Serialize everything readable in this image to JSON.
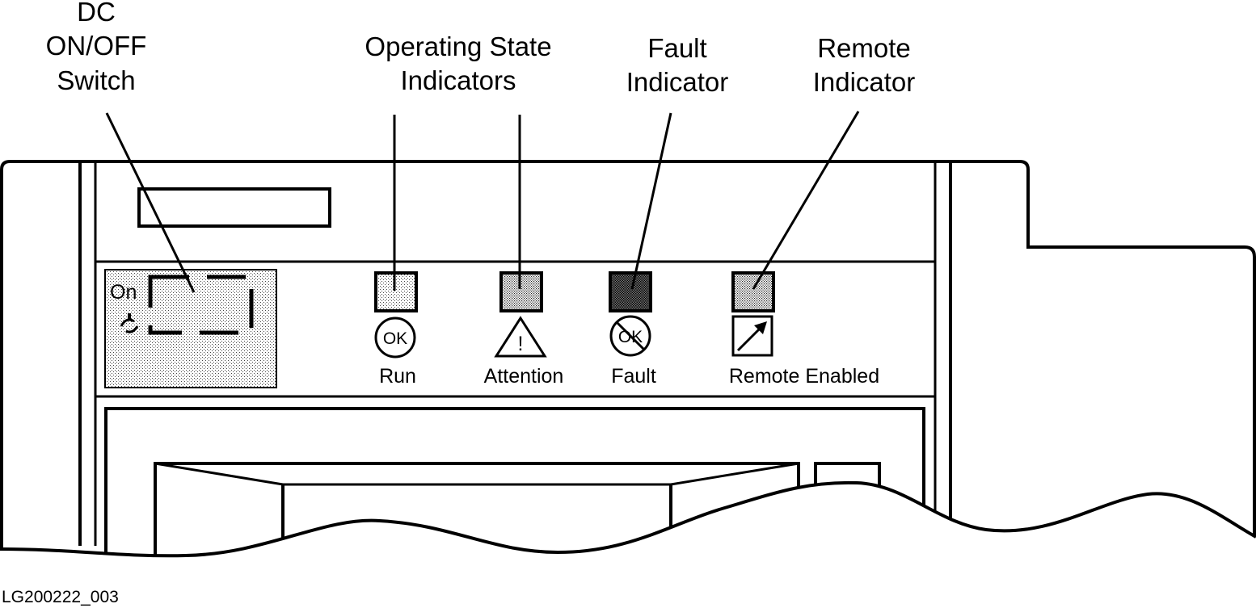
{
  "callouts": {
    "dc_switch": [
      "DC",
      "ON/OFF",
      "Switch"
    ],
    "operating_state": [
      "Operating State",
      "Indicators"
    ],
    "fault": [
      "Fault",
      "Indicator"
    ],
    "remote": [
      "Remote",
      "Indicator"
    ]
  },
  "switch_panel": {
    "on_label": "On"
  },
  "indicators": {
    "run": {
      "label": "Run",
      "icon_text": "OK",
      "icon": "ok-circle-icon"
    },
    "attention": {
      "label": "Attention",
      "icon_text": "!",
      "icon": "warning-triangle-icon"
    },
    "fault": {
      "label": "Fault",
      "icon_text": "OK",
      "icon": "fault-ok-crossed-icon"
    },
    "remote": {
      "label": "Remote Enabled",
      "icon": "remote-arrow-icon"
    }
  },
  "figure_id": "LG200222_003"
}
